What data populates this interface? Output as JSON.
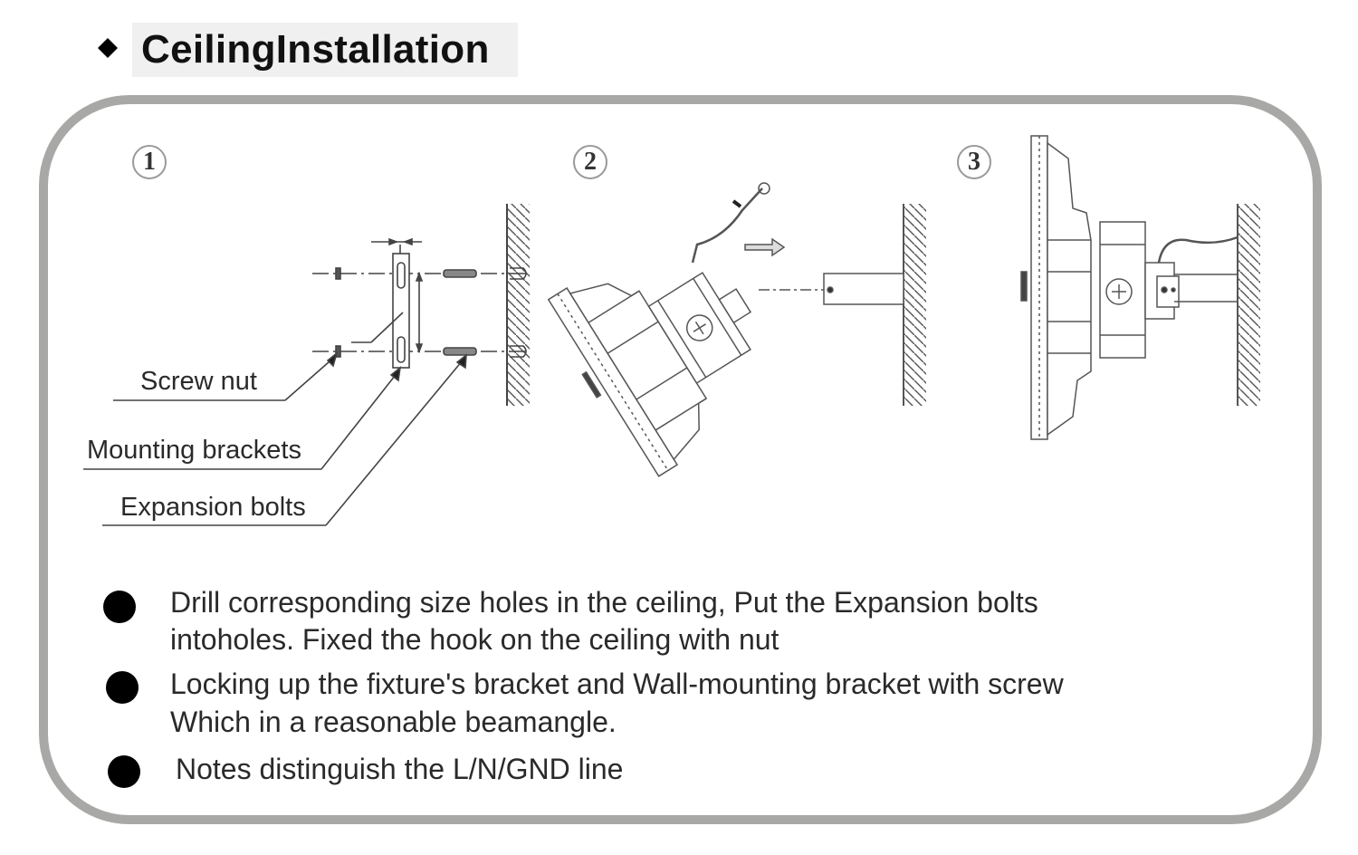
{
  "header": {
    "title": "CeilingInstallation",
    "marker_icon": "diamond-icon"
  },
  "frame": {
    "border_color": "#a8a8a6"
  },
  "steps": [
    {
      "number": "1"
    },
    {
      "number": "2"
    },
    {
      "number": "3"
    }
  ],
  "step1_callouts": {
    "screw_nut": "Screw nut",
    "mounting_brackets": "Mounting brackets",
    "expansion_bolts": "Expansion bolts"
  },
  "instructions": [
    {
      "line1": "Drill corresponding size holes in the ceiling, Put the Expansion bolts",
      "line2": "intoholes. Fixed the hook on the ceiling with nut"
    },
    {
      "line1": "Locking up the fixture's bracket and Wall-mounting bracket with screw",
      "line2": "Which in a reasonable beamangle."
    },
    {
      "line1": "Notes distinguish the L/N/GND line"
    }
  ]
}
